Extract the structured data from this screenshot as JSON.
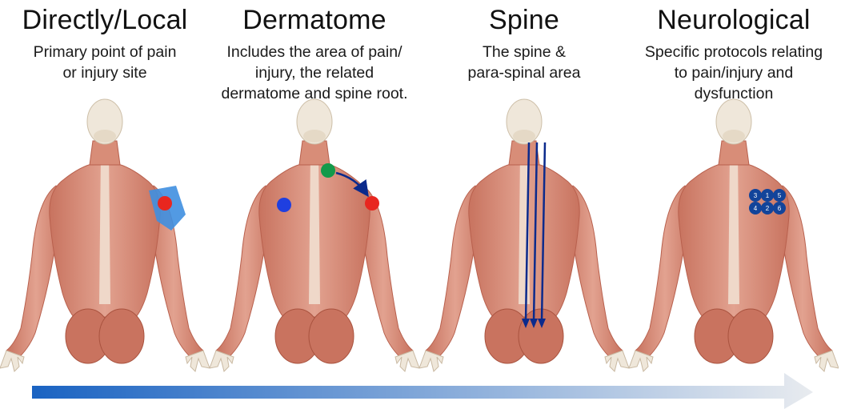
{
  "colors": {
    "muscle": "#d9917d",
    "muscle_dark": "#b8604d",
    "bone": "#efe7da",
    "red_dot": "#e8261f",
    "blue_dot": "#1f3fe0",
    "green_dot": "#129a4a",
    "local_patch": "#3f8fe0",
    "spine_arrow": "#0b2a8c",
    "neuro_dot": "#12449a",
    "bottom_arrow_start": "#1a63c2",
    "bottom_arrow_end": "#e8ebef"
  },
  "panels": [
    {
      "title": "Directly/Local",
      "desc": [
        "Primary point of pain",
        "or injury site"
      ]
    },
    {
      "title": "Dermatome",
      "desc": [
        "Includes the area of pain/",
        "injury, the related",
        "dermatome and spine root."
      ]
    },
    {
      "title": "Spine",
      "desc": [
        "The spine &",
        "para-spinal area"
      ]
    },
    {
      "title": "Neurological",
      "desc": [
        "Specific protocols relating",
        "to pain/injury and",
        "dysfunction"
      ]
    }
  ],
  "neuro_points": [
    "3",
    "1",
    "5",
    "4",
    "2",
    "6"
  ]
}
